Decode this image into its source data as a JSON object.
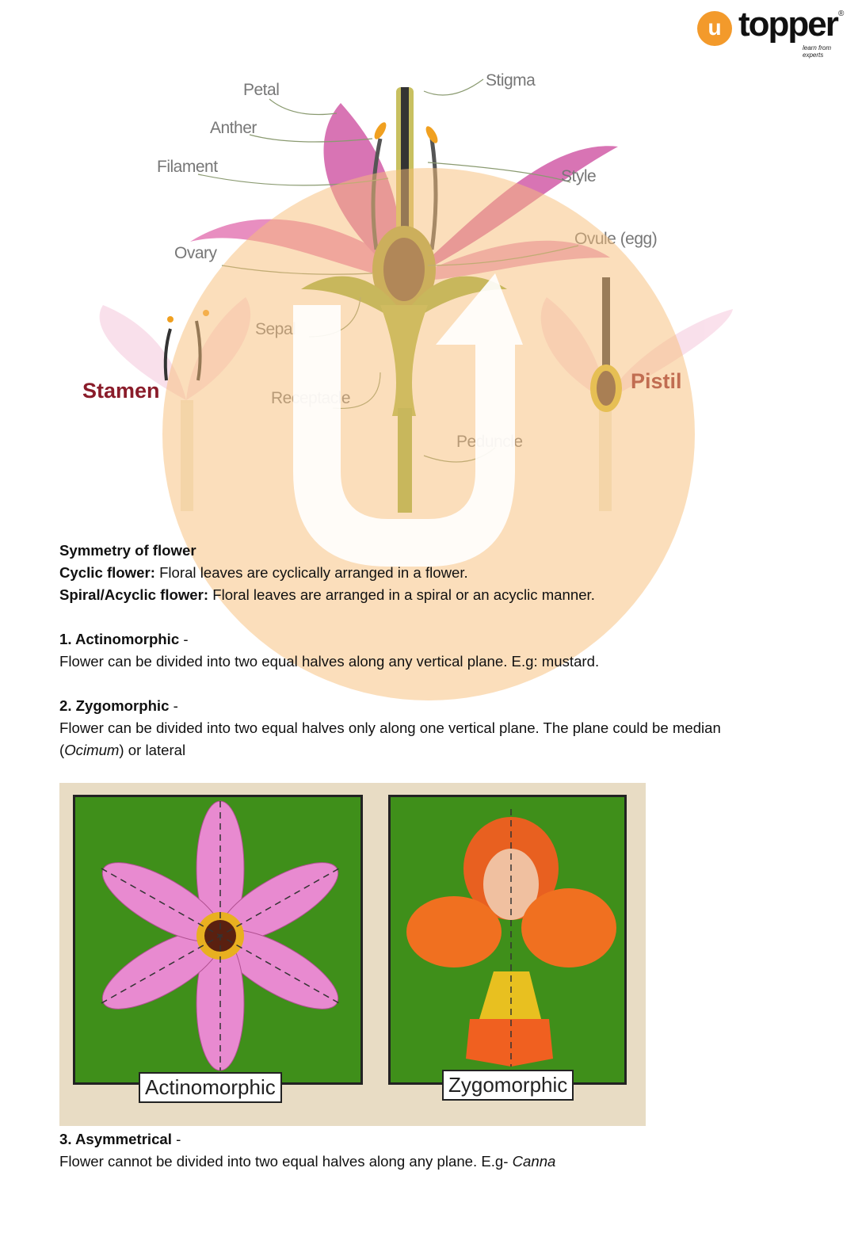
{
  "logo": {
    "brand": "topper",
    "tagline": "learn from experts",
    "reg": "®",
    "icon": "u-arrow-logo-icon"
  },
  "diagram": {
    "labels": {
      "petal": "Petal",
      "anther": "Anther",
      "filament": "Filament",
      "ovary": "Ovary",
      "sepal": "Sepal",
      "receptacle": "Receptacle",
      "peduncle": "Peduncle",
      "stigma": "Stigma",
      "style": "Style",
      "ovule": "Ovule (egg)",
      "stamen": "Stamen",
      "pistil": "Pistil"
    }
  },
  "content": {
    "heading": "Symmetry of flower",
    "cyclic_label": "Cyclic flower:",
    "cyclic_text": " Floral leaves are cyclically arranged in a flower.",
    "spiral_label": "Spiral/Acyclic flower:",
    "spiral_text": " Floral leaves are arranged in a spiral or an acyclic manner.",
    "actino_title": "1. Actinomorphic",
    "actino_dash": " -",
    "actino_text": "Flower can be divided into two equal halves along any vertical plane. E.g: mustard.",
    "zygo_title": "2. Zygomorphic",
    "zygo_dash": " -",
    "zygo_text": "Flower can be divided into two equal halves only along one vertical plane. The plane could be median",
    "zygo_open": "(",
    "zygo_italic": "Ocimum",
    "zygo_text2": ") or lateral",
    "asym_title": "3. Asymmetrical",
    "asym_dash": " -",
    "asym_text": "Flower cannot be divided into two equal halves along any plane. E.g- ",
    "asym_italic": "Canna"
  },
  "photo": {
    "left_caption": "Actinomorphic",
    "right_caption": "Zygomorphic"
  }
}
